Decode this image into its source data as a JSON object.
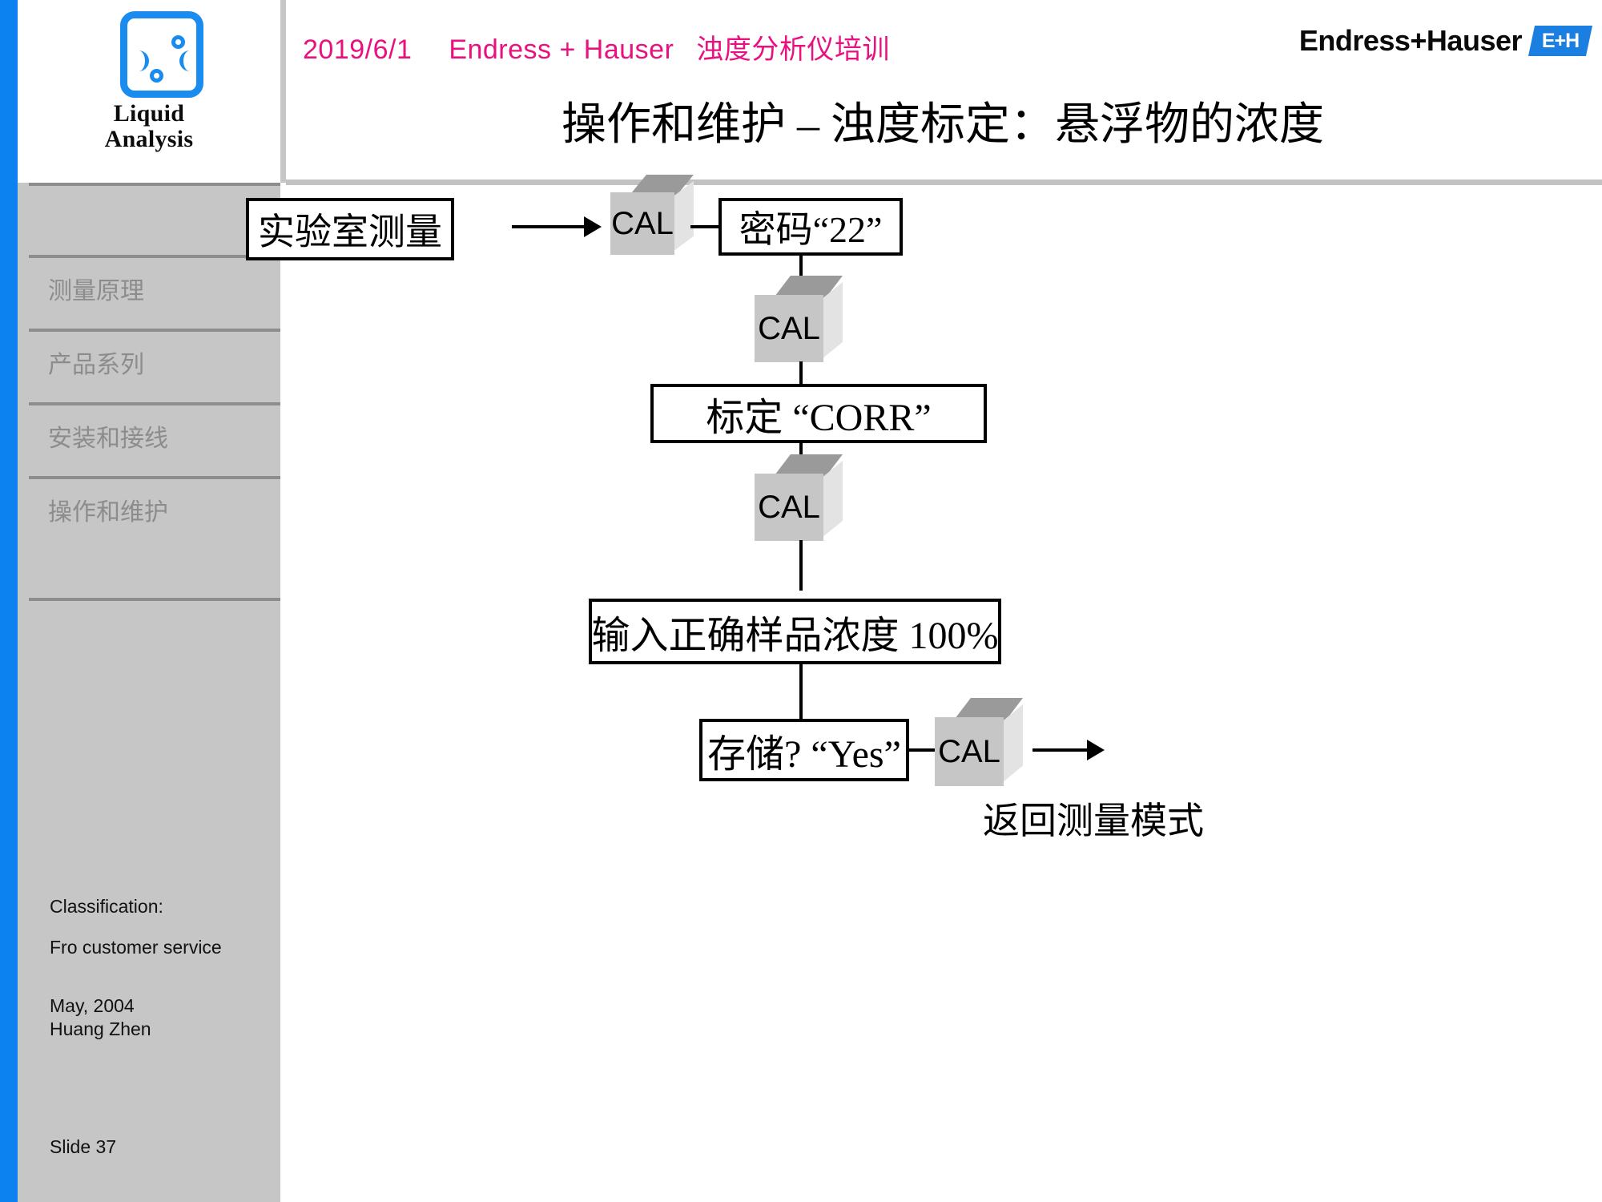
{
  "rail": {
    "color": "#0b82f0"
  },
  "brand": {
    "logo_line1": "Liquid",
    "logo_line2": "Analysis",
    "eh_wordmark": "Endress+Hauser",
    "eh_mark_text": "E+H",
    "eh_mark_color": "#1a7fe0"
  },
  "header": {
    "date": "2019/6/1",
    "company": "Endress + Hauser",
    "course": "浊度分析仪培训",
    "accent_color": "#e8117f",
    "title": "操作和维护 – 浊度标定：悬浮物的浓度"
  },
  "sidebar": {
    "items": [
      {
        "label": "测量原理"
      },
      {
        "label": "产品系列"
      },
      {
        "label": "安装和接线"
      },
      {
        "label": "操作和维护"
      }
    ],
    "footer": {
      "classification_label": "Classification:",
      "classification_value": "Fro customer service",
      "date": "May, 2004",
      "author": "Huang Zhen"
    },
    "slide_number": "Slide 37"
  },
  "flowchart": {
    "nodes": [
      {
        "id": "lab",
        "type": "box",
        "text": "实验室测量"
      },
      {
        "id": "cal1",
        "type": "cube",
        "text": "CAL"
      },
      {
        "id": "password",
        "type": "box",
        "text": "密码“22”"
      },
      {
        "id": "cal2",
        "type": "cube",
        "text": "CAL"
      },
      {
        "id": "corr",
        "type": "box",
        "text": "标定 “CORR”"
      },
      {
        "id": "cal3",
        "type": "cube",
        "text": "CAL"
      },
      {
        "id": "concentration",
        "type": "box",
        "text": "输入正确样品浓度 100%"
      },
      {
        "id": "store",
        "type": "box",
        "text": "存储? “Yes”"
      },
      {
        "id": "cal4",
        "type": "cube",
        "text": "CAL"
      }
    ],
    "caption": "返回测量模式",
    "cube_colors": {
      "top": "#9a9a9a",
      "front": "#c6c6c6",
      "side": "#e3e3e3"
    }
  }
}
